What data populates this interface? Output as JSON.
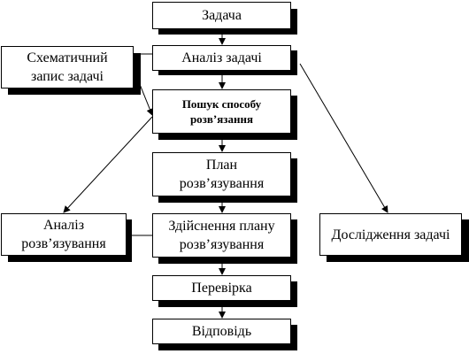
{
  "diagram": {
    "nodes": {
      "task": "Задача",
      "analysis": "Аналіз задачі",
      "schematic": "Схематичний\nзапис задачі",
      "search": "Пошук способу\nрозв’язання",
      "plan": "План\nрозв’язування",
      "solution_analysis": "Аналіз\nрозв’язування",
      "execution": "Здійснення плану\nрозв’язування",
      "research": "Дослідження задачі",
      "check": "Перевірка",
      "answer": "Відповідь"
    }
  }
}
